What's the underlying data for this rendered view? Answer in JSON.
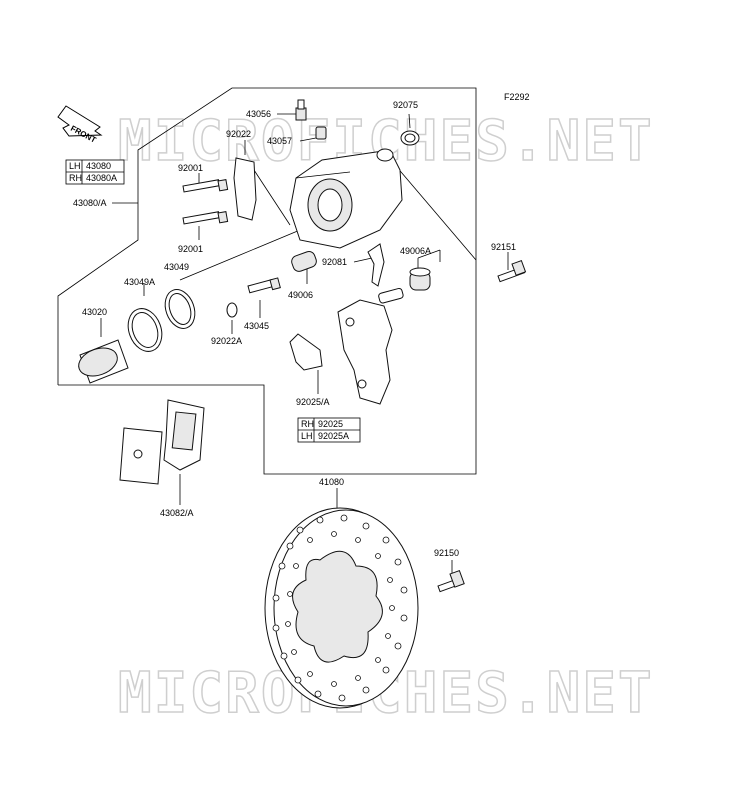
{
  "figure_code": "F2292",
  "front_label": "FRONT",
  "watermark": "MICROFICHES.NET",
  "parts": {
    "p43056": "43056",
    "p43057": "43057",
    "p92075": "92075",
    "p92022": "92022",
    "p92001_top": "92001",
    "p92001_bottom": "92001",
    "p43080A": "43080/A",
    "p43049": "43049",
    "p43049A": "43049A",
    "p43020": "43020",
    "p49006A": "49006A",
    "p92151": "92151",
    "p92081": "92081",
    "p49006": "49006",
    "p43045": "43045",
    "p92022A": "92022A",
    "p92025A": "92025/A",
    "p43082A": "43082/A",
    "p41080": "41080",
    "p92150": "92150"
  },
  "variant_tables": {
    "caliper": [
      {
        "side": "LH",
        "part": "43080"
      },
      {
        "side": "RH",
        "part": "43080A"
      }
    ],
    "bracket": [
      {
        "side": "RH",
        "part": "92025"
      },
      {
        "side": "LH",
        "part": "92025A"
      }
    ]
  }
}
